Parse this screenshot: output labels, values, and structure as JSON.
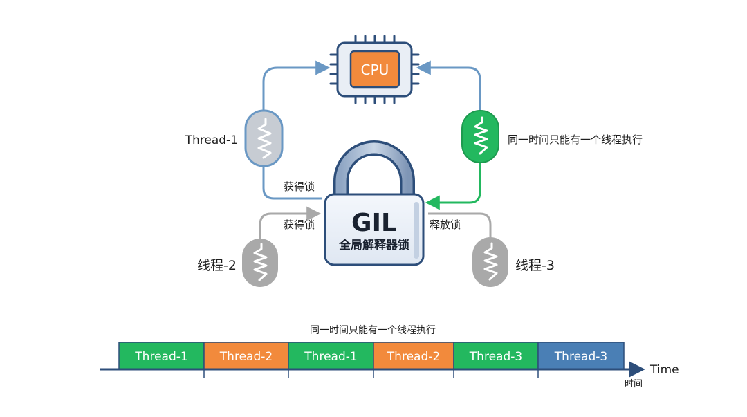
{
  "cpu": {
    "label": "CPU"
  },
  "gil": {
    "title": "GIL",
    "subtitle": "全局解释器锁"
  },
  "threads": {
    "thread1": {
      "label": "Thread-1"
    },
    "thread2": {
      "label": "线程-2"
    },
    "thread3": {
      "label": "线程-3"
    }
  },
  "annotations": {
    "acquire_top": "获得锁",
    "acquire_left": "获得锁",
    "release": "释放锁",
    "one_thread_note": "同一时间只能有一个线程执行"
  },
  "timeline": {
    "title": "同一时间只能有一个线程执行",
    "axis_label": "Time",
    "axis_label_cn": "时间",
    "segments": [
      {
        "label": "Thread-1",
        "color": "#23b85f"
      },
      {
        "label": "Thread-2",
        "color": "#f28a3c"
      },
      {
        "label": "Thread-1",
        "color": "#23b85f"
      },
      {
        "label": "Thread-2",
        "color": "#f28a3c"
      },
      {
        "label": "Thread-3",
        "color": "#23b85f"
      },
      {
        "label": "Thread-3",
        "color": "#4a7fb5"
      }
    ]
  },
  "colors": {
    "blue_path": "#6a98c4",
    "green_path": "#23b85f",
    "gray_path": "#a9a9a9",
    "cpu_orange": "#f28a3c",
    "lock_body": "#eef3fa",
    "lock_border": "#2d4e7a"
  }
}
